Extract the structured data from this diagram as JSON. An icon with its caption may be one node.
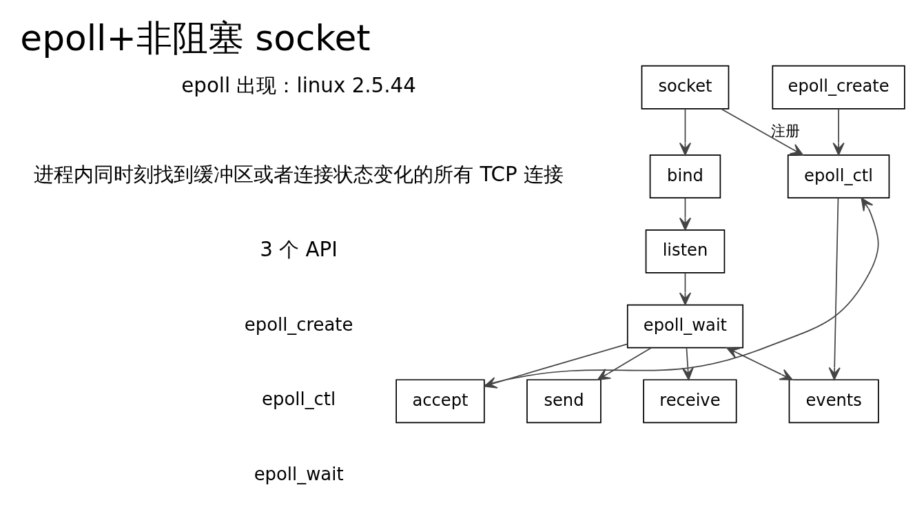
{
  "diagram": {
    "title": "epoll+非阻塞 socket",
    "nodes": [
      {
        "text": [
          "socket"
        ]
      },
      {
        "text": [
          "epoll_create"
        ]
      },
      {
        "text": [
          "bind"
        ]
      },
      {
        "text": [
          "epoll_ctl"
        ]
      },
      {
        "text": [
          "listen"
        ]
      },
      {
        "text": [
          "events"
        ]
      },
      {
        "text": [
          "epoll_wait"
        ]
      },
      {
        "text": [
          "accept"
        ]
      },
      {
        "text": [
          "send"
        ]
      },
      {
        "text": [
          "receive"
        ]
      }
    ],
    "edges": [
      {
        "from": 0,
        "to": 2,
        "arrow": "to"
      },
      {
        "from": 0,
        "to": 3,
        "arrow": "to",
        "label": "注册"
      },
      {
        "from": 1,
        "to": 3,
        "arrow": "to"
      },
      {
        "from": 2,
        "to": 4,
        "arrow": "to"
      },
      {
        "from": 3,
        "to": 5,
        "arrow": "to"
      },
      {
        "from": 4,
        "to": 6,
        "arrow": "to"
      },
      {
        "from": 6,
        "to": 5,
        "arrow": "both"
      },
      {
        "from": 6,
        "to": 7,
        "arrow": "to"
      },
      {
        "from": 6,
        "to": 8,
        "arrow": "to"
      },
      {
        "from": 6,
        "to": 9,
        "arrow": "to"
      },
      {
        "from": 7,
        "to": 3,
        "arrow": "to"
      }
    ],
    "labels": [
      "epoll 出现：linux 2.5.44",
      "进程内同时刻找到缓冲区或者连接状态变化的所有 TCP 连接",
      "3 个 API",
      "epoll_create",
      "epoll_ctl",
      "epoll_wait"
    ]
  }
}
